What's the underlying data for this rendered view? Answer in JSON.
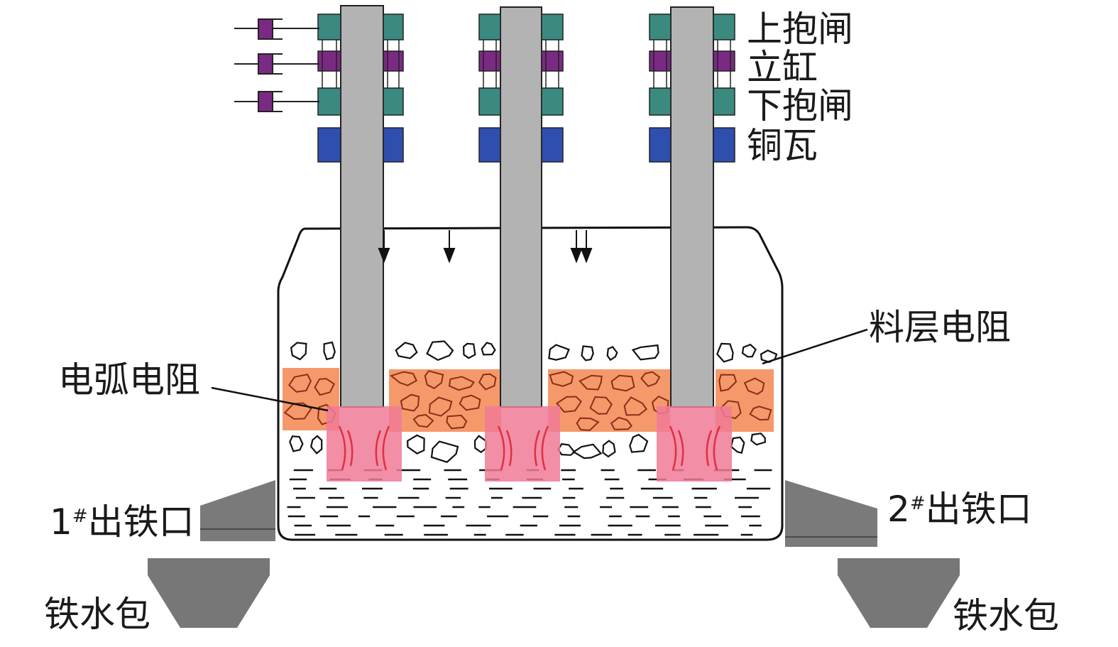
{
  "labels": {
    "upper_clamp": "上抱闸",
    "vertical_cylinder": "立缸",
    "lower_clamp": "下抱闸",
    "copper_tile": "铜瓦",
    "burden_resistance": "料层电阻",
    "arc_resistance": "电弧电阻",
    "taphole_1_num": "1",
    "taphole_1_sup": "#",
    "taphole_1_text": "出铁口",
    "taphole_2_num": "2",
    "taphole_2_sup": "#",
    "taphole_2_text": "出铁口",
    "ladle_left": "铁水包",
    "ladle_right": "铁水包"
  },
  "colors": {
    "electrode": "#b3b3b3",
    "clamp": "#3a8a80",
    "cylinder": "#7b2a84",
    "copper_tile": "#2f4fae",
    "burden_zone": "#f4905e",
    "arc_zone": "#f07a96",
    "ore_outline": "#8a2e18",
    "taphole": "#7a7a7a",
    "ladle": "#777777"
  }
}
